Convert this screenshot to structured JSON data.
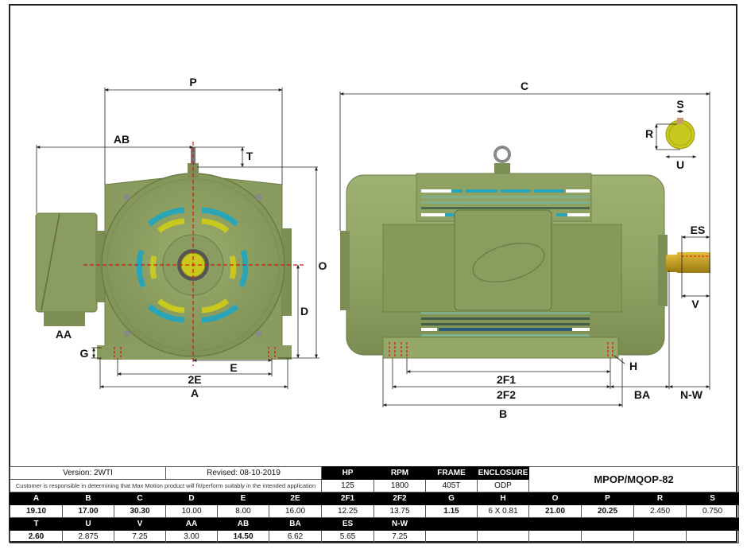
{
  "drawing": {
    "end_view_labels": {
      "P": "P",
      "AB": "AB",
      "T": "T",
      "O": "O",
      "D": "D",
      "AA": "AA",
      "G": "G",
      "E": "E",
      "2E": "2E",
      "A": "A"
    },
    "side_view_labels": {
      "C": "C",
      "S": "S",
      "R": "R",
      "U": "U",
      "ES": "ES",
      "V": "V",
      "H": "H",
      "2F1": "2F1",
      "2F2": "2F2",
      "B": "B",
      "BA": "BA",
      "N-W": "N-W"
    },
    "colors": {
      "motor_body": "#8c9e62",
      "motor_dark": "#6f8048",
      "motor_light": "#a9b97f",
      "vent_teal": "#2aa5b8",
      "vent_yellow": "#c8c81e",
      "shaft": "#c9a020",
      "centerline": "#e01010"
    }
  },
  "table": {
    "version": "Version: 2WTI",
    "revised": "Revised: 08-10-2019",
    "disclaimer": "Customer is responsible in determining that Max Motion product will fit/perform suitably in the intended application",
    "model": "MPOP/MQOP-82",
    "summary_headers": [
      "HP",
      "RPM",
      "FRAME",
      "ENCLOSURE"
    ],
    "summary_values": [
      "125",
      "1800",
      "405T",
      "ODP"
    ],
    "row1_headers": [
      "A",
      "B",
      "C",
      "D",
      "E",
      "2E",
      "2F1",
      "2F2",
      "G",
      "H",
      "O",
      "P",
      "R",
      "S"
    ],
    "row1_values": [
      "19.10",
      "17.00",
      "30.30",
      "10.00",
      "8.00",
      "16.00",
      "12.25",
      "13.75",
      "1.15",
      "6 X 0.81",
      "21.00",
      "20.25",
      "2.450",
      "0.750"
    ],
    "row2_headers": [
      "T",
      "U",
      "V",
      "AA",
      "AB",
      "BA",
      "ES",
      "N-W",
      "",
      "",
      "",
      "",
      "",
      ""
    ],
    "row2_values": [
      "2.60",
      "2.875",
      "7.25",
      "3.00",
      "14.50",
      "6.62",
      "5.65",
      "7.25",
      "",
      "",
      "",
      "",
      "",
      ""
    ]
  }
}
